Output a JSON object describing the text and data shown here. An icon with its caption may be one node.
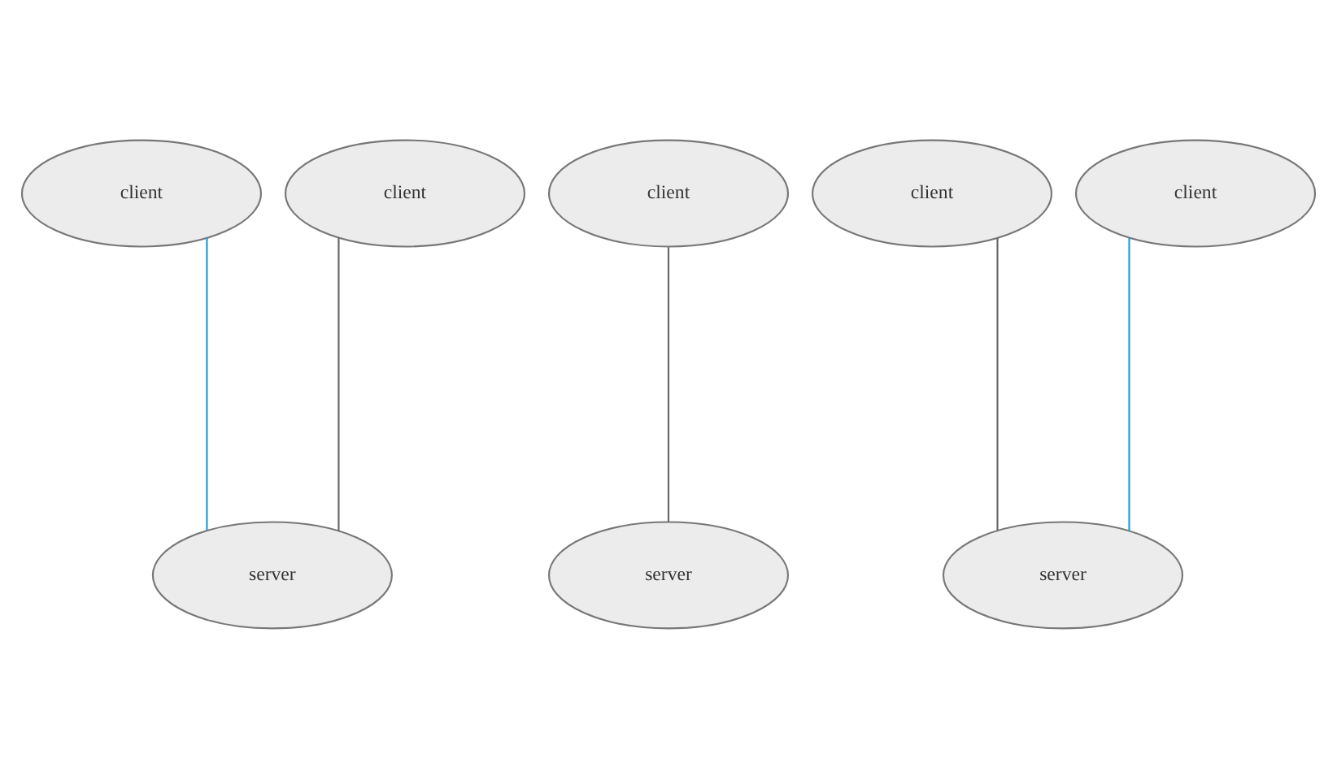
{
  "diagram": {
    "nodes": [
      {
        "text": [
          "client"
        ]
      },
      {
        "text": [
          "client"
        ]
      },
      {
        "text": [
          "client"
        ]
      },
      {
        "text": [
          "client"
        ]
      },
      {
        "text": [
          "client"
        ]
      },
      {
        "text": [
          "server"
        ]
      },
      {
        "text": [
          "server"
        ]
      },
      {
        "text": [
          "server"
        ]
      }
    ],
    "edges": [
      {
        "from": 0,
        "to": 5,
        "arrow": "none",
        "color": "#1e9bd0"
      },
      {
        "from": 1,
        "to": 5,
        "arrow": "none"
      },
      {
        "from": 2,
        "to": 6,
        "arrow": "none"
      },
      {
        "from": 3,
        "to": 7,
        "arrow": "none"
      },
      {
        "from": 4,
        "to": 7,
        "arrow": "none",
        "color": "#1e9bd0"
      }
    ]
  }
}
